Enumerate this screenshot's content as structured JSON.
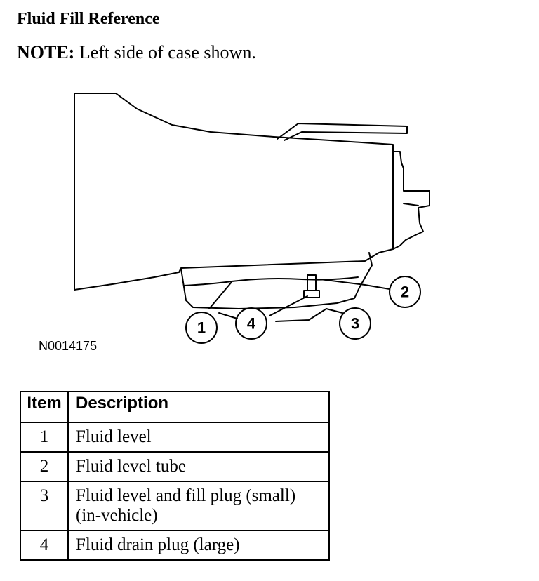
{
  "heading": "Fluid Fill Reference",
  "note": {
    "label": "NOTE:",
    "text": "Left side of case shown."
  },
  "figure": {
    "id": "N0014175",
    "callouts": [
      "1",
      "2",
      "3",
      "4"
    ]
  },
  "table": {
    "headers": [
      "Item",
      "Description"
    ],
    "rows": [
      {
        "item": "1",
        "description": "Fluid level"
      },
      {
        "item": "2",
        "description": "Fluid level tube"
      },
      {
        "item": "3",
        "description": "Fluid level and fill plug (small) (in-vehicle)"
      },
      {
        "item": "4",
        "description": "Fluid drain plug (large)"
      }
    ]
  }
}
